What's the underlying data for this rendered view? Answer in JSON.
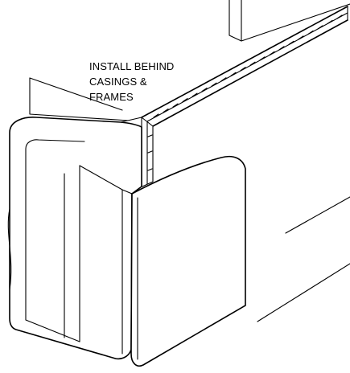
{
  "callout": {
    "lines": [
      "INSTALL BEHIND",
      "CASINGS &",
      "FRAMES"
    ]
  },
  "colors": {
    "line": "#000000",
    "background": "#ffffff",
    "stipple": "#555555"
  }
}
